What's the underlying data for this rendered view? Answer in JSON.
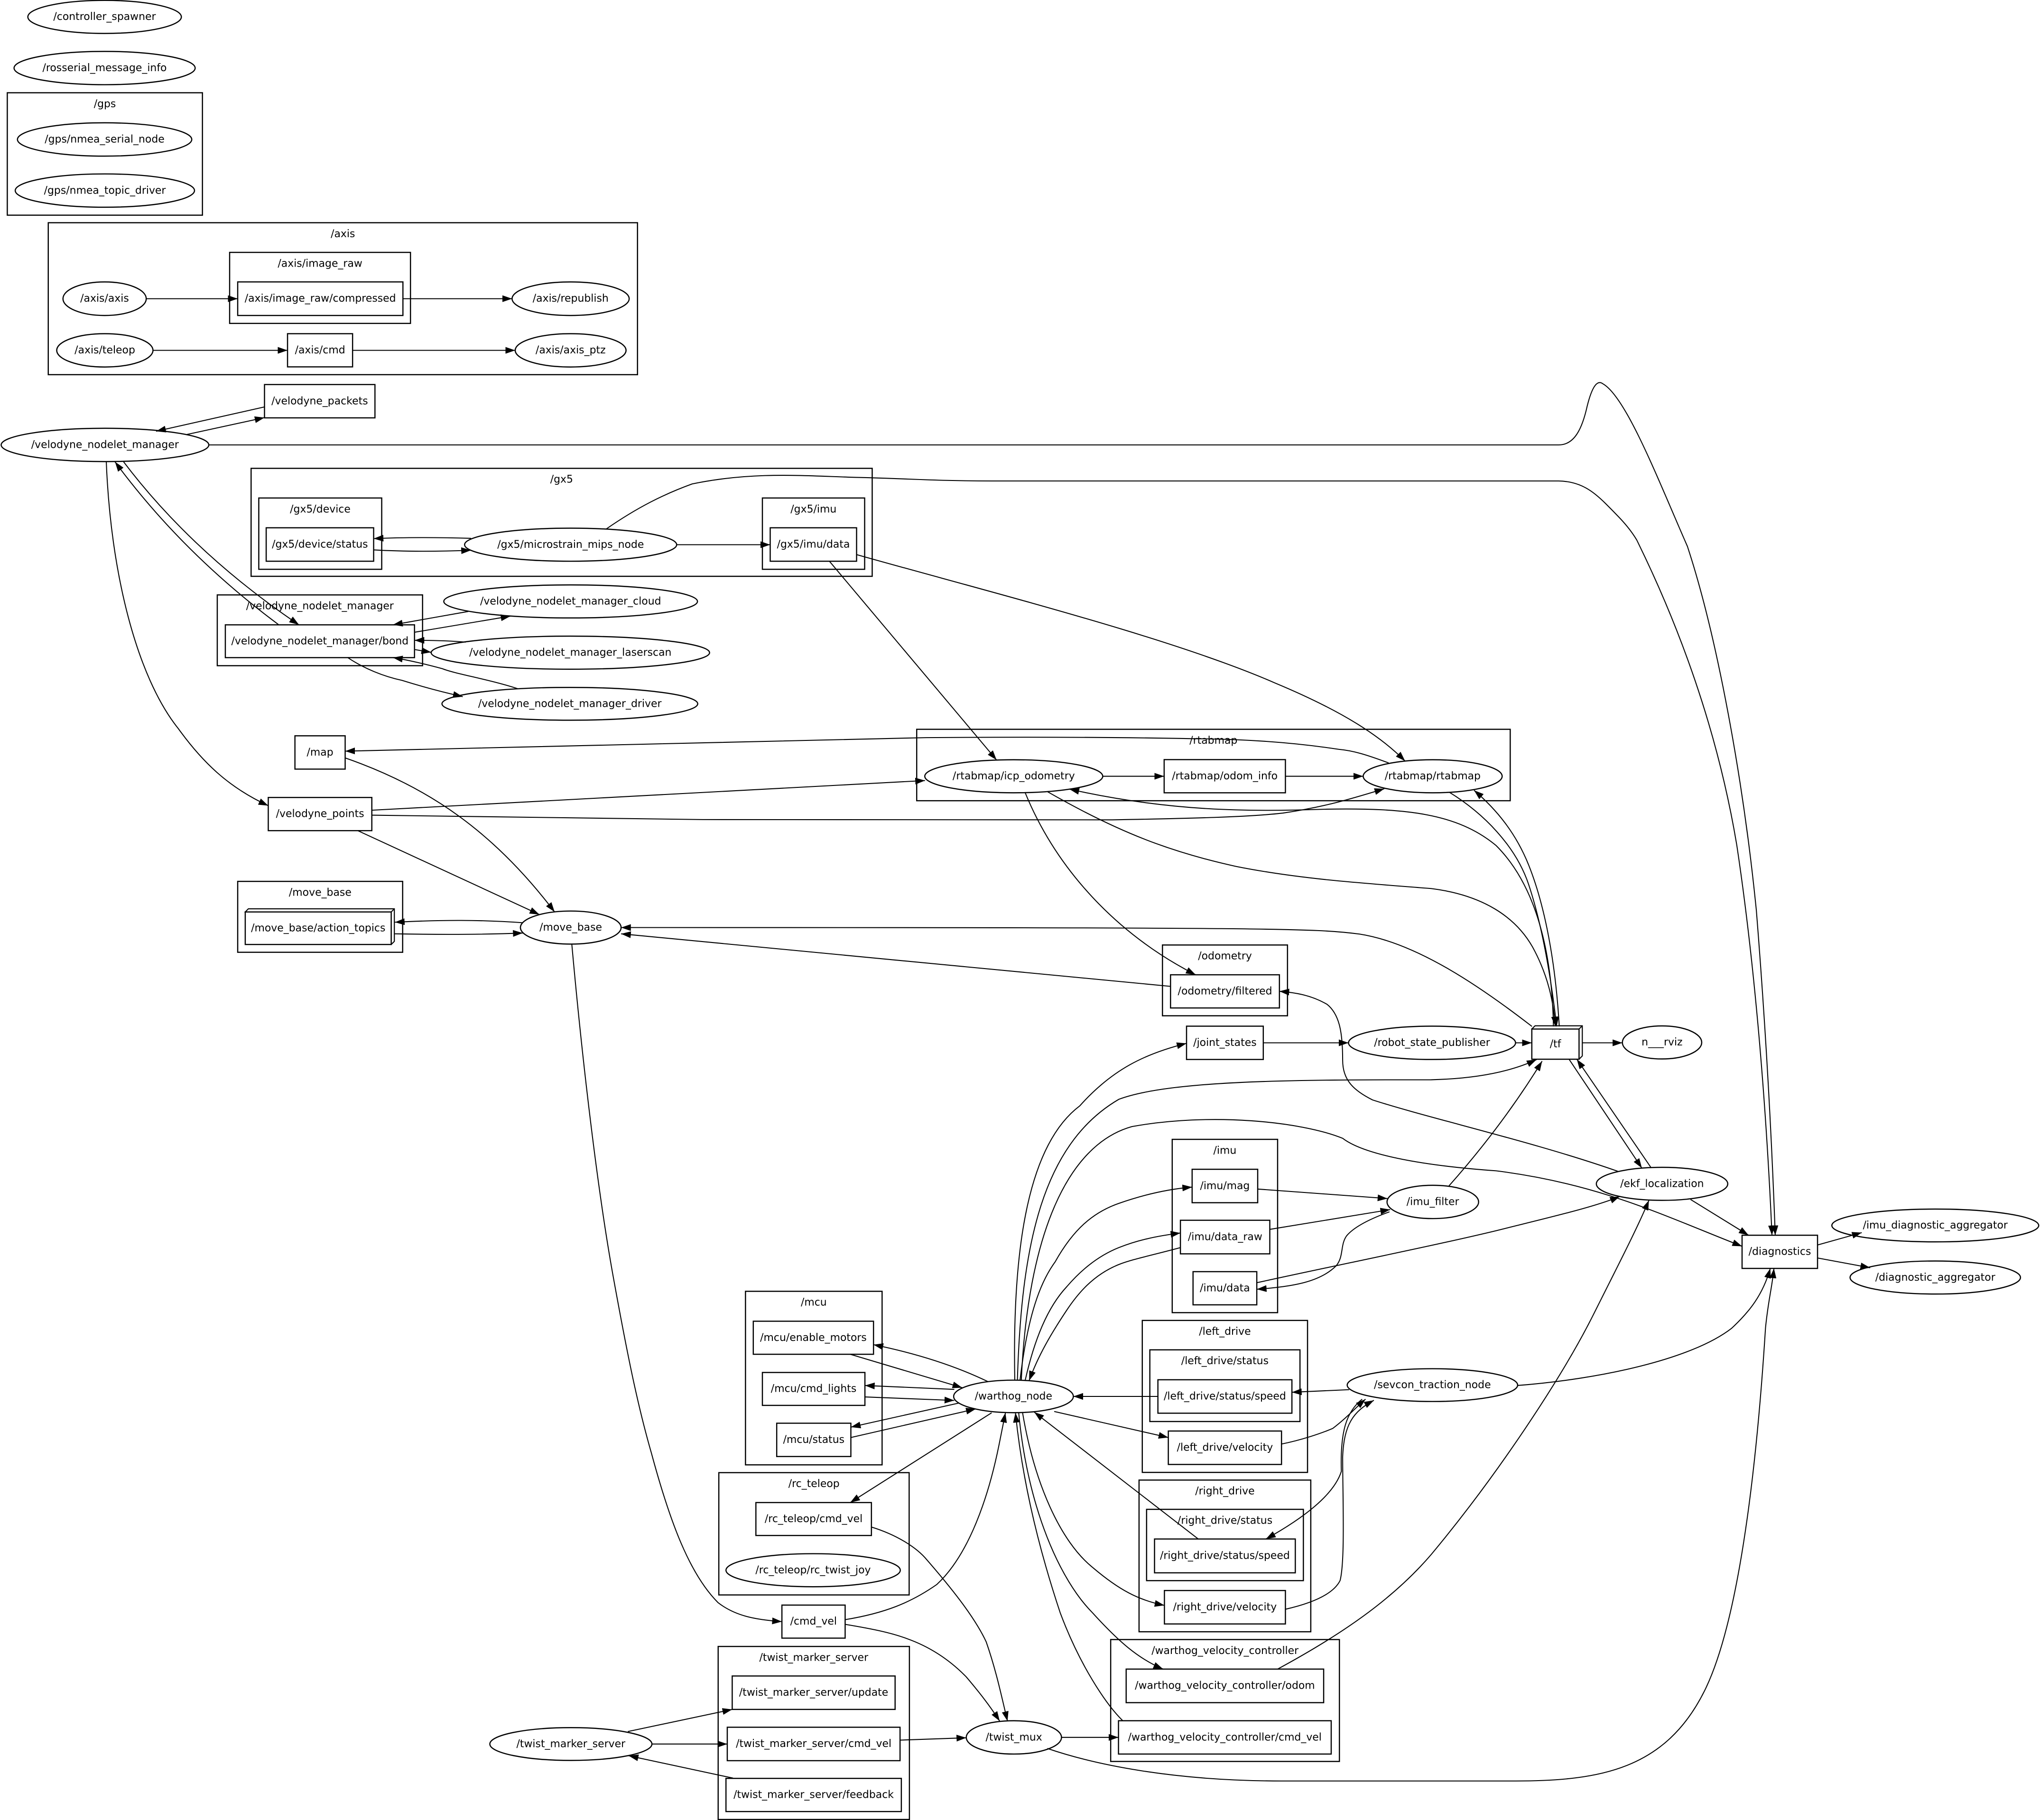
{
  "theme": {
    "background": "#ffffff",
    "stroke": "#000000",
    "text": "#000000"
  },
  "graph": {
    "clusters": [
      {
        "label": "/gps"
      },
      {
        "label": "/axis"
      },
      {
        "label": "/axis/image_raw",
        "parent": "/axis"
      },
      {
        "label": "/gx5"
      },
      {
        "label": "/gx5/device",
        "parent": "/gx5"
      },
      {
        "label": "/gx5/imu",
        "parent": "/gx5"
      },
      {
        "label": "/velodyne_nodelet_manager"
      },
      {
        "label": "/rtabmap"
      },
      {
        "label": "/move_base"
      },
      {
        "label": "/odometry"
      },
      {
        "label": "/imu"
      },
      {
        "label": "/mcu"
      },
      {
        "label": "/left_drive"
      },
      {
        "label": "/left_drive/status",
        "parent": "/left_drive"
      },
      {
        "label": "/rc_teleop"
      },
      {
        "label": "/right_drive"
      },
      {
        "label": "/right_drive/status",
        "parent": "/right_drive"
      },
      {
        "label": "/warthog_velocity_controller"
      },
      {
        "label": "/twist_marker_server"
      }
    ],
    "nodes": [
      {
        "label": "/controller_spawner"
      },
      {
        "label": "/rosserial_message_info"
      },
      {
        "label": "/gps/nmea_serial_node",
        "cluster": "/gps"
      },
      {
        "label": "/gps/nmea_topic_driver",
        "cluster": "/gps"
      },
      {
        "label": "/axis/axis",
        "cluster": "/axis"
      },
      {
        "label": "/axis/republish",
        "cluster": "/axis"
      },
      {
        "label": "/axis/teleop",
        "cluster": "/axis"
      },
      {
        "label": "/axis/axis_ptz",
        "cluster": "/axis"
      },
      {
        "label": "/velodyne_nodelet_manager"
      },
      {
        "label": "/gx5/microstrain_mips_node",
        "cluster": "/gx5"
      },
      {
        "label": "/velodyne_nodelet_manager_cloud"
      },
      {
        "label": "/velodyne_nodelet_manager_laserscan"
      },
      {
        "label": "/velodyne_nodelet_manager_driver"
      },
      {
        "label": "/rtabmap/icp_odometry",
        "cluster": "/rtabmap"
      },
      {
        "label": "/rtabmap/rtabmap",
        "cluster": "/rtabmap"
      },
      {
        "label": "/move_base"
      },
      {
        "label": "/robot_state_publisher"
      },
      {
        "label": "n___rviz"
      },
      {
        "label": "/imu_filter"
      },
      {
        "label": "/ekf_localization"
      },
      {
        "label": "/imu_diagnostic_aggregator"
      },
      {
        "label": "/diagnostic_aggregator"
      },
      {
        "label": "/warthog_node"
      },
      {
        "label": "/sevcon_traction_node"
      },
      {
        "label": "/rc_teleop/rc_twist_joy",
        "cluster": "/rc_teleop"
      },
      {
        "label": "/twist_marker_server"
      },
      {
        "label": "/twist_mux"
      }
    ],
    "topics": [
      {
        "label": "/axis/image_raw/compressed",
        "cluster": "/axis/image_raw"
      },
      {
        "label": "/axis/cmd",
        "cluster": "/axis"
      },
      {
        "label": "/velodyne_packets"
      },
      {
        "label": "/gx5/device/status",
        "cluster": "/gx5/device"
      },
      {
        "label": "/gx5/imu/data",
        "cluster": "/gx5/imu"
      },
      {
        "label": "/velodyne_nodelet_manager/bond",
        "cluster": "/velodyne_nodelet_manager"
      },
      {
        "label": "/map"
      },
      {
        "label": "/velodyne_points"
      },
      {
        "label": "/rtabmap/odom_info",
        "cluster": "/rtabmap"
      },
      {
        "label": "/move_base/action_topics",
        "cluster": "/move_base"
      },
      {
        "label": "/odometry/filtered",
        "cluster": "/odometry"
      },
      {
        "label": "/joint_states"
      },
      {
        "label": "/tf"
      },
      {
        "label": "/imu/mag",
        "cluster": "/imu"
      },
      {
        "label": "/imu/data_raw",
        "cluster": "/imu"
      },
      {
        "label": "/imu/data",
        "cluster": "/imu"
      },
      {
        "label": "/diagnostics"
      },
      {
        "label": "/mcu/enable_motors",
        "cluster": "/mcu"
      },
      {
        "label": "/mcu/cmd_lights",
        "cluster": "/mcu"
      },
      {
        "label": "/mcu/status",
        "cluster": "/mcu"
      },
      {
        "label": "/left_drive/status/speed",
        "cluster": "/left_drive/status"
      },
      {
        "label": "/left_drive/velocity",
        "cluster": "/left_drive"
      },
      {
        "label": "/rc_teleop/cmd_vel",
        "cluster": "/rc_teleop"
      },
      {
        "label": "/right_drive/status/speed",
        "cluster": "/right_drive/status"
      },
      {
        "label": "/right_drive/velocity",
        "cluster": "/right_drive"
      },
      {
        "label": "/cmd_vel"
      },
      {
        "label": "/warthog_velocity_controller/odom",
        "cluster": "/warthog_velocity_controller"
      },
      {
        "label": "/twist_marker_server/update",
        "cluster": "/twist_marker_server"
      },
      {
        "label": "/warthog_velocity_controller/cmd_vel",
        "cluster": "/warthog_velocity_controller"
      },
      {
        "label": "/twist_marker_server/cmd_vel",
        "cluster": "/twist_marker_server"
      },
      {
        "label": "/twist_marker_server/feedback",
        "cluster": "/twist_marker_server"
      }
    ],
    "edges": [
      {
        "from": "/axis/axis",
        "to": "/axis/image_raw/compressed"
      },
      {
        "from": "/axis/image_raw/compressed",
        "to": "/axis/republish"
      },
      {
        "from": "/axis/teleop",
        "to": "/axis/cmd"
      },
      {
        "from": "/axis/cmd",
        "to": "/axis/axis_ptz"
      },
      {
        "from": "/velodyne_packets",
        "to": "/velodyne_nodelet_manager"
      },
      {
        "from": "/velodyne_nodelet_manager",
        "to": "/velodyne_packets"
      },
      {
        "from": "/velodyne_nodelet_manager",
        "to": "/diagnostics"
      },
      {
        "from": "/gx5/microstrain_mips_node",
        "to": "/diagnostics"
      },
      {
        "from": "/gx5/device/status",
        "to": "/gx5/microstrain_mips_node"
      },
      {
        "from": "/gx5/microstrain_mips_node",
        "to": "/gx5/device/status"
      },
      {
        "from": "/gx5/microstrain_mips_node",
        "to": "/gx5/imu/data"
      },
      {
        "from": "/gx5/imu/data",
        "to": "/rtabmap/icp_odometry"
      },
      {
        "from": "/gx5/imu/data",
        "to": "/rtabmap/rtabmap"
      },
      {
        "from": "/velodyne_nodelet_manager_cloud",
        "to": "/velodyne_nodelet_manager/bond"
      },
      {
        "from": "/velodyne_nodelet_manager/bond",
        "to": "/velodyne_nodelet_manager_cloud"
      },
      {
        "from": "/velodyne_nodelet_manager_laserscan",
        "to": "/velodyne_nodelet_manager/bond"
      },
      {
        "from": "/velodyne_nodelet_manager/bond",
        "to": "/velodyne_nodelet_manager_laserscan"
      },
      {
        "from": "/velodyne_nodelet_manager_driver",
        "to": "/velodyne_nodelet_manager/bond"
      },
      {
        "from": "/velodyne_nodelet_manager/bond",
        "to": "/velodyne_nodelet_manager_driver"
      },
      {
        "from": "/velodyne_nodelet_manager",
        "to": "/velodyne_nodelet_manager/bond"
      },
      {
        "from": "/velodyne_nodelet_manager/bond",
        "to": "/velodyne_nodelet_manager"
      },
      {
        "from": "/velodyne_nodelet_manager",
        "to": "/velodyne_points"
      },
      {
        "from": "/rtabmap/rtabmap",
        "to": "/map"
      },
      {
        "from": "/map",
        "to": "/move_base"
      },
      {
        "from": "/rtabmap/icp_odometry",
        "to": "/rtabmap/odom_info"
      },
      {
        "from": "/rtabmap/odom_info",
        "to": "/rtabmap/rtabmap"
      },
      {
        "from": "/velodyne_points",
        "to": "/rtabmap/icp_odometry"
      },
      {
        "from": "/velodyne_points",
        "to": "/rtabmap/rtabmap"
      },
      {
        "from": "/velodyne_points",
        "to": "/move_base"
      },
      {
        "from": "/move_base",
        "to": "/move_base/action_topics"
      },
      {
        "from": "/move_base/action_topics",
        "to": "/move_base"
      },
      {
        "from": "/tf",
        "to": "/move_base"
      },
      {
        "from": "/odometry/filtered",
        "to": "/move_base"
      },
      {
        "from": "/move_base",
        "to": "/cmd_vel"
      },
      {
        "from": "/rtabmap/icp_odometry",
        "to": "/odometry/filtered"
      },
      {
        "from": "/ekf_localization",
        "to": "/odometry/filtered"
      },
      {
        "from": "/rtabmap/icp_odometry",
        "to": "/tf"
      },
      {
        "from": "/tf",
        "to": "/rtabmap/icp_odometry"
      },
      {
        "from": "/rtabmap/rtabmap",
        "to": "/tf"
      },
      {
        "from": "/tf",
        "to": "/rtabmap/rtabmap"
      },
      {
        "from": "/joint_states",
        "to": "/robot_state_publisher"
      },
      {
        "from": "/robot_state_publisher",
        "to": "/tf"
      },
      {
        "from": "/tf",
        "to": "n___rviz"
      },
      {
        "from": "/warthog_node",
        "to": "/joint_states"
      },
      {
        "from": "/warthog_node",
        "to": "/tf"
      },
      {
        "from": "/warthog_node",
        "to": "/diagnostics"
      },
      {
        "from": "/imu/mag",
        "to": "/imu_filter"
      },
      {
        "from": "/imu/data_raw",
        "to": "/imu_filter"
      },
      {
        "from": "/imu_filter",
        "to": "/imu/data"
      },
      {
        "from": "/imu_filter",
        "to": "/tf"
      },
      {
        "from": "/imu/data",
        "to": "/ekf_localization"
      },
      {
        "from": "/warthog_node",
        "to": "/imu/mag"
      },
      {
        "from": "/warthog_node",
        "to": "/imu/data_raw"
      },
      {
        "from": "/imu/data_raw",
        "to": "/warthog_node"
      },
      {
        "from": "/tf",
        "to": "/ekf_localization"
      },
      {
        "from": "/ekf_localization",
        "to": "/tf"
      },
      {
        "from": "/ekf_localization",
        "to": "/diagnostics"
      },
      {
        "from": "/warthog_velocity_controller/odom",
        "to": "/ekf_localization"
      },
      {
        "from": "/diagnostics",
        "to": "/imu_diagnostic_aggregator"
      },
      {
        "from": "/diagnostics",
        "to": "/diagnostic_aggregator"
      },
      {
        "from": "/sevcon_traction_node",
        "to": "/diagnostics"
      },
      {
        "from": "/twist_mux",
        "to": "/diagnostics"
      },
      {
        "from": "/warthog_node",
        "to": "/mcu/enable_motors"
      },
      {
        "from": "/mcu/enable_motors",
        "to": "/warthog_node"
      },
      {
        "from": "/warthog_node",
        "to": "/mcu/cmd_lights"
      },
      {
        "from": "/mcu/cmd_lights",
        "to": "/warthog_node"
      },
      {
        "from": "/warthog_node",
        "to": "/mcu/status"
      },
      {
        "from": "/mcu/status",
        "to": "/warthog_node"
      },
      {
        "from": "/warthog_node",
        "to": "/rc_teleop/cmd_vel"
      },
      {
        "from": "/left_drive/status/speed",
        "to": "/warthog_node"
      },
      {
        "from": "/warthog_node",
        "to": "/left_drive/velocity"
      },
      {
        "from": "/right_drive/status/speed",
        "to": "/warthog_node"
      },
      {
        "from": "/warthog_node",
        "to": "/right_drive/velocity"
      },
      {
        "from": "/warthog_node",
        "to": "/warthog_velocity_controller/odom"
      },
      {
        "from": "/warthog_velocity_controller/cmd_vel",
        "to": "/warthog_node"
      },
      {
        "from": "/cmd_vel",
        "to": "/warthog_node"
      },
      {
        "from": "/rc_teleop/cmd_vel",
        "to": "/twist_mux"
      },
      {
        "from": "/cmd_vel",
        "to": "/twist_mux"
      },
      {
        "from": "/twist_marker_server",
        "to": "/twist_marker_server/update"
      },
      {
        "from": "/twist_marker_server",
        "to": "/twist_marker_server/cmd_vel"
      },
      {
        "from": "/twist_marker_server/feedback",
        "to": "/twist_marker_server"
      },
      {
        "from": "/twist_marker_server/cmd_vel",
        "to": "/twist_mux"
      },
      {
        "from": "/twist_mux",
        "to": "/warthog_velocity_controller/cmd_vel"
      },
      {
        "from": "/sevcon_traction_node",
        "to": "/left_drive/status/speed"
      },
      {
        "from": "/left_drive/velocity",
        "to": "/sevcon_traction_node"
      },
      {
        "from": "/sevcon_traction_node",
        "to": "/right_drive/status/speed"
      },
      {
        "from": "/right_drive/velocity",
        "to": "/sevcon_traction_node"
      }
    ]
  }
}
